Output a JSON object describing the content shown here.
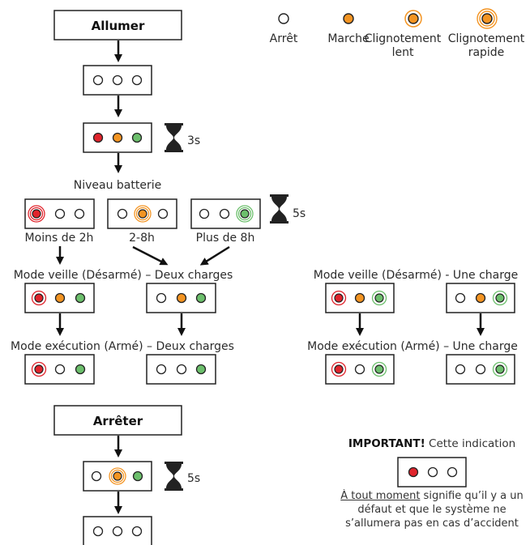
{
  "colors": {
    "red": "#e0242c",
    "orange": "#f39422",
    "green": "#6cbf6c",
    "off_fill": "#ffffff",
    "stroke": "#222222"
  },
  "legend": {
    "off": "Arrêt",
    "on": "Marche",
    "slow_line1": "Clignotement",
    "slow_line2": "lent",
    "fast_line1": "Clignotement",
    "fast_line2": "rapide"
  },
  "steps": {
    "power_on": "Allumer",
    "power_off": "Arrêter",
    "battery_level": "Niveau batterie",
    "battery_low": "Moins de 2h",
    "battery_mid": "2-8h",
    "battery_high": "Plus de 8h",
    "wait_3s": "3s",
    "wait_5s_a": "5s",
    "wait_5s_b": "5s",
    "standby_two": "Mode veille (Désarmé) – Deux charges",
    "exec_two": "Mode exécution (Armé) – Deux charges",
    "standby_one": "Mode veille (Désarmé) - Une charge",
    "exec_one": "Mode exécution (Armé) – Une charge"
  },
  "important": {
    "title": "IMPORTANT!",
    "title_rest": " Cette indication",
    "underlined": "À tout moment",
    "text": " signifie qu’il y a un défaut et que le système ne s’allumera pas en cas d’accident"
  }
}
